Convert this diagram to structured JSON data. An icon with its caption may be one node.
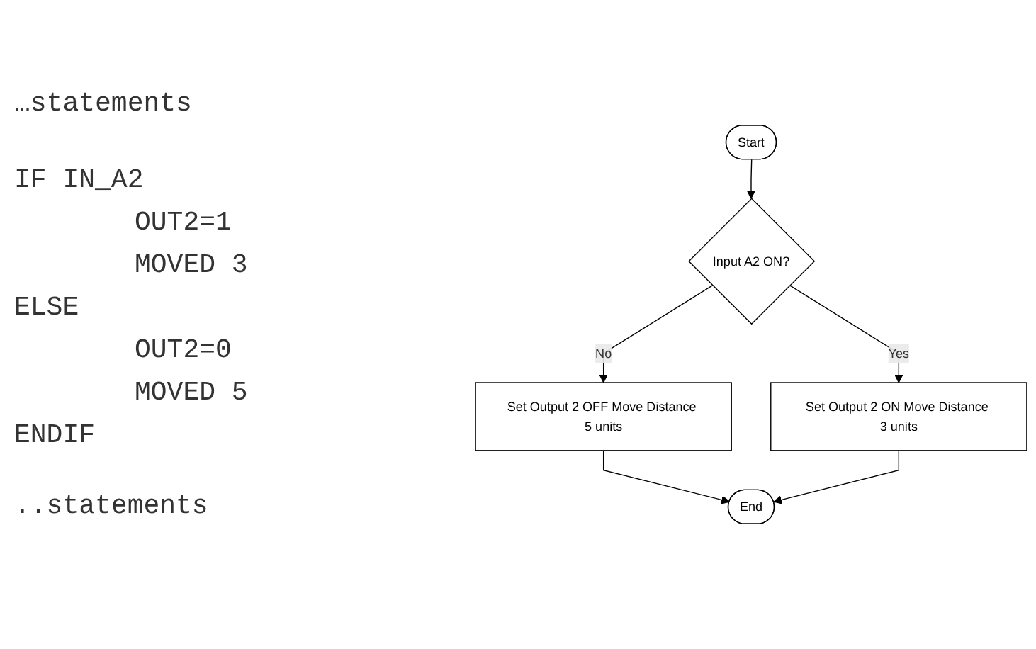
{
  "diagram": {
    "nodes": [
      {
        "text": [
          "Start"
        ]
      },
      {
        "text": [
          "Input A2 ON?"
        ]
      },
      {
        "text": [
          "Set Output 2 ON Move Distance 3 units"
        ]
      },
      {
        "text": [
          "Set Output 2 OFF Move Distance 5 units"
        ]
      },
      {
        "text": [
          "End"
        ]
      }
    ],
    "edges": [
      {
        "from": 0,
        "to": 1,
        "arrow": "to"
      },
      {
        "from": 1,
        "to": 2,
        "arrow": "to",
        "label": "Yes"
      },
      {
        "from": 1,
        "to": 3,
        "arrow": "to",
        "label": "No"
      },
      {
        "from": 3,
        "to": 4,
        "arrow": "to"
      },
      {
        "from": 2,
        "to": 4,
        "arrow": "to"
      }
    ],
    "labels": [
      "…statements",
      "IF IN_A2",
      "OUT2=1",
      "MOVED 3",
      "ELSE",
      "OUT2=0",
      "MOVED 5",
      "ENDIF",
      "..statements"
    ]
  }
}
